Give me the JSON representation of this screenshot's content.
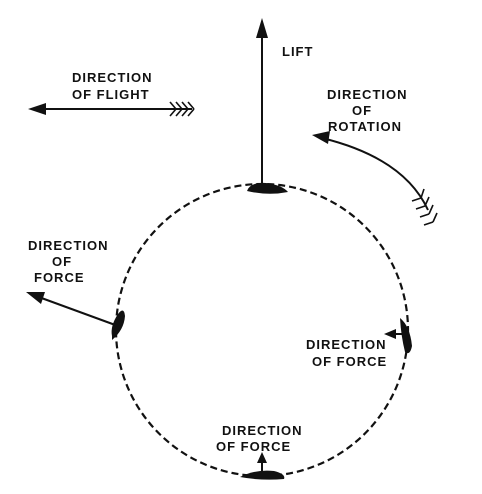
{
  "labels": {
    "lift": "LIFT",
    "flight_line1": "DIRECTION",
    "flight_line2": "OF FLIGHT",
    "rotation_line1": "DIRECTION",
    "rotation_line2": "OF",
    "rotation_line3": "ROTATION",
    "force_left_line1": "DIRECTION",
    "force_left_line2": "OF",
    "force_left_line3": "FORCE",
    "force_right_line1": "DIRECTION",
    "force_right_line2": "OF FORCE",
    "force_bottom_line1": "DIRECTION",
    "force_bottom_line2": "OF FORCE"
  },
  "colors": {
    "ink": "#111111",
    "background": "#ffffff"
  }
}
